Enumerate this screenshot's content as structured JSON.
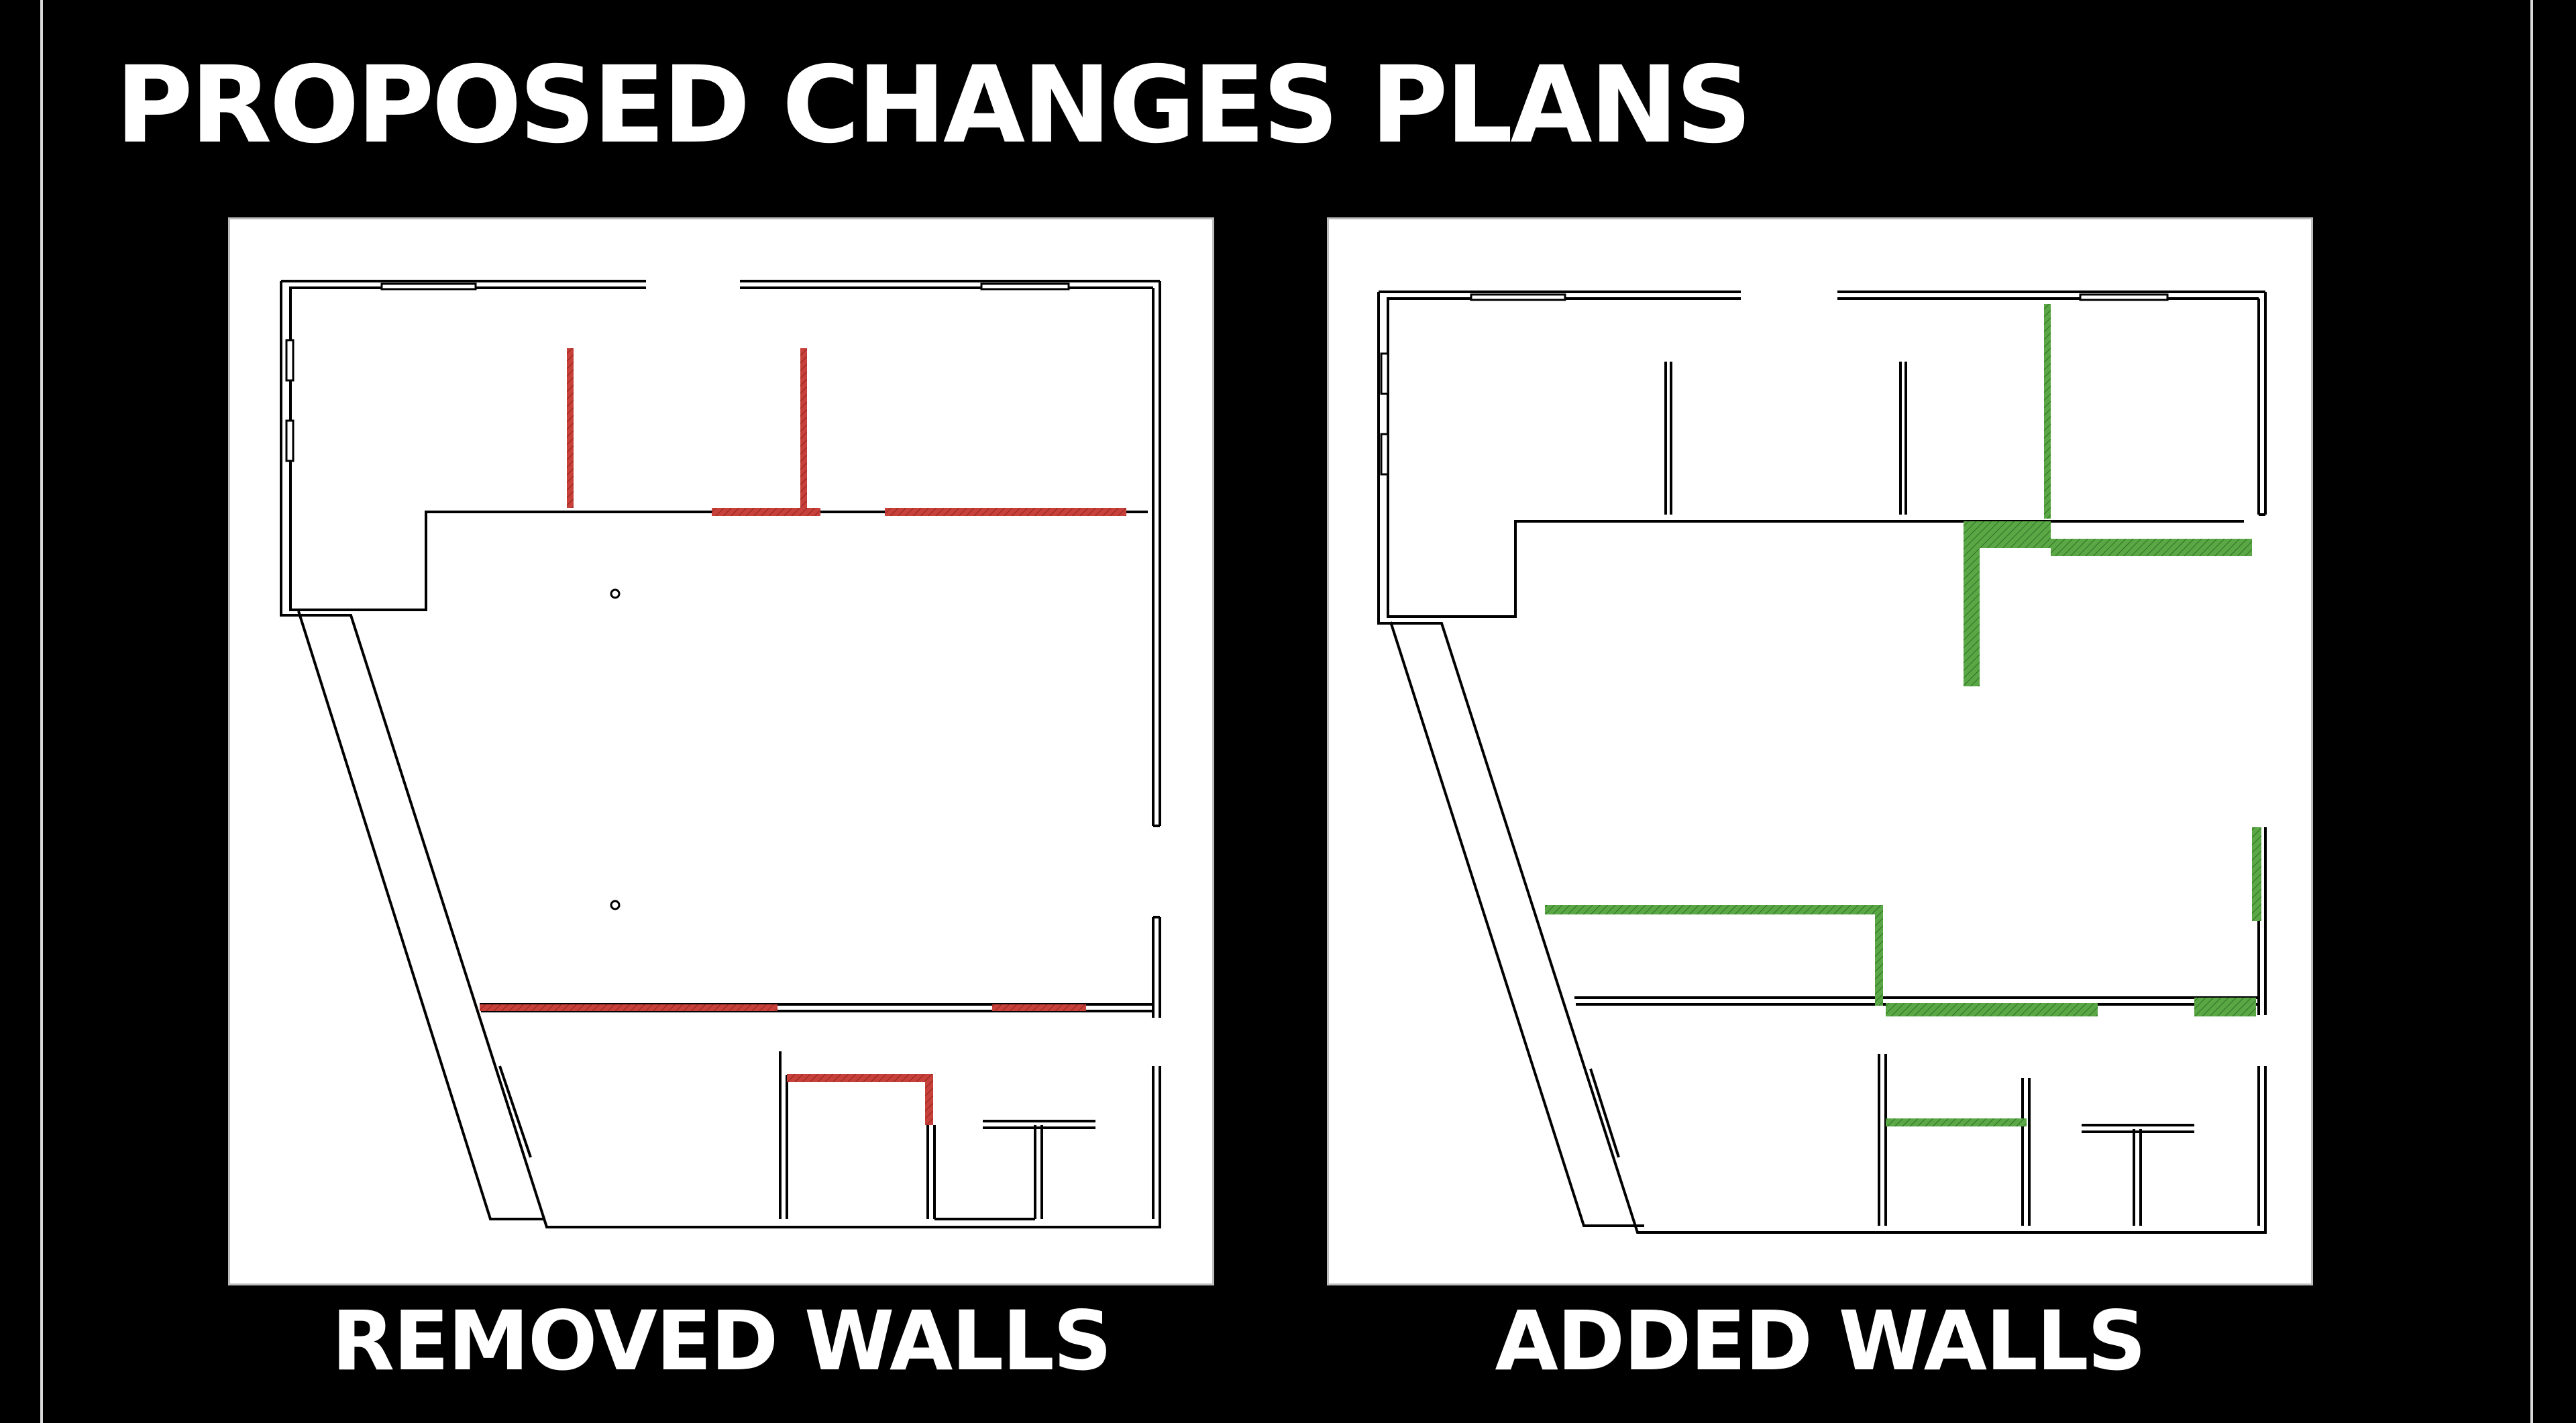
{
  "title": "PROPOSED CHANGES PLANS",
  "panels": [
    {
      "caption": "REMOVED WALLS",
      "highlight": "removed"
    },
    {
      "caption": "ADDED WALLS",
      "highlight": "added"
    }
  ],
  "colors": {
    "background": "#000000",
    "text": "#ffffff",
    "plan_background": "#ffffff",
    "walls": "#000000",
    "removed_walls": "#c8403a",
    "added_walls": "#5aa845"
  }
}
